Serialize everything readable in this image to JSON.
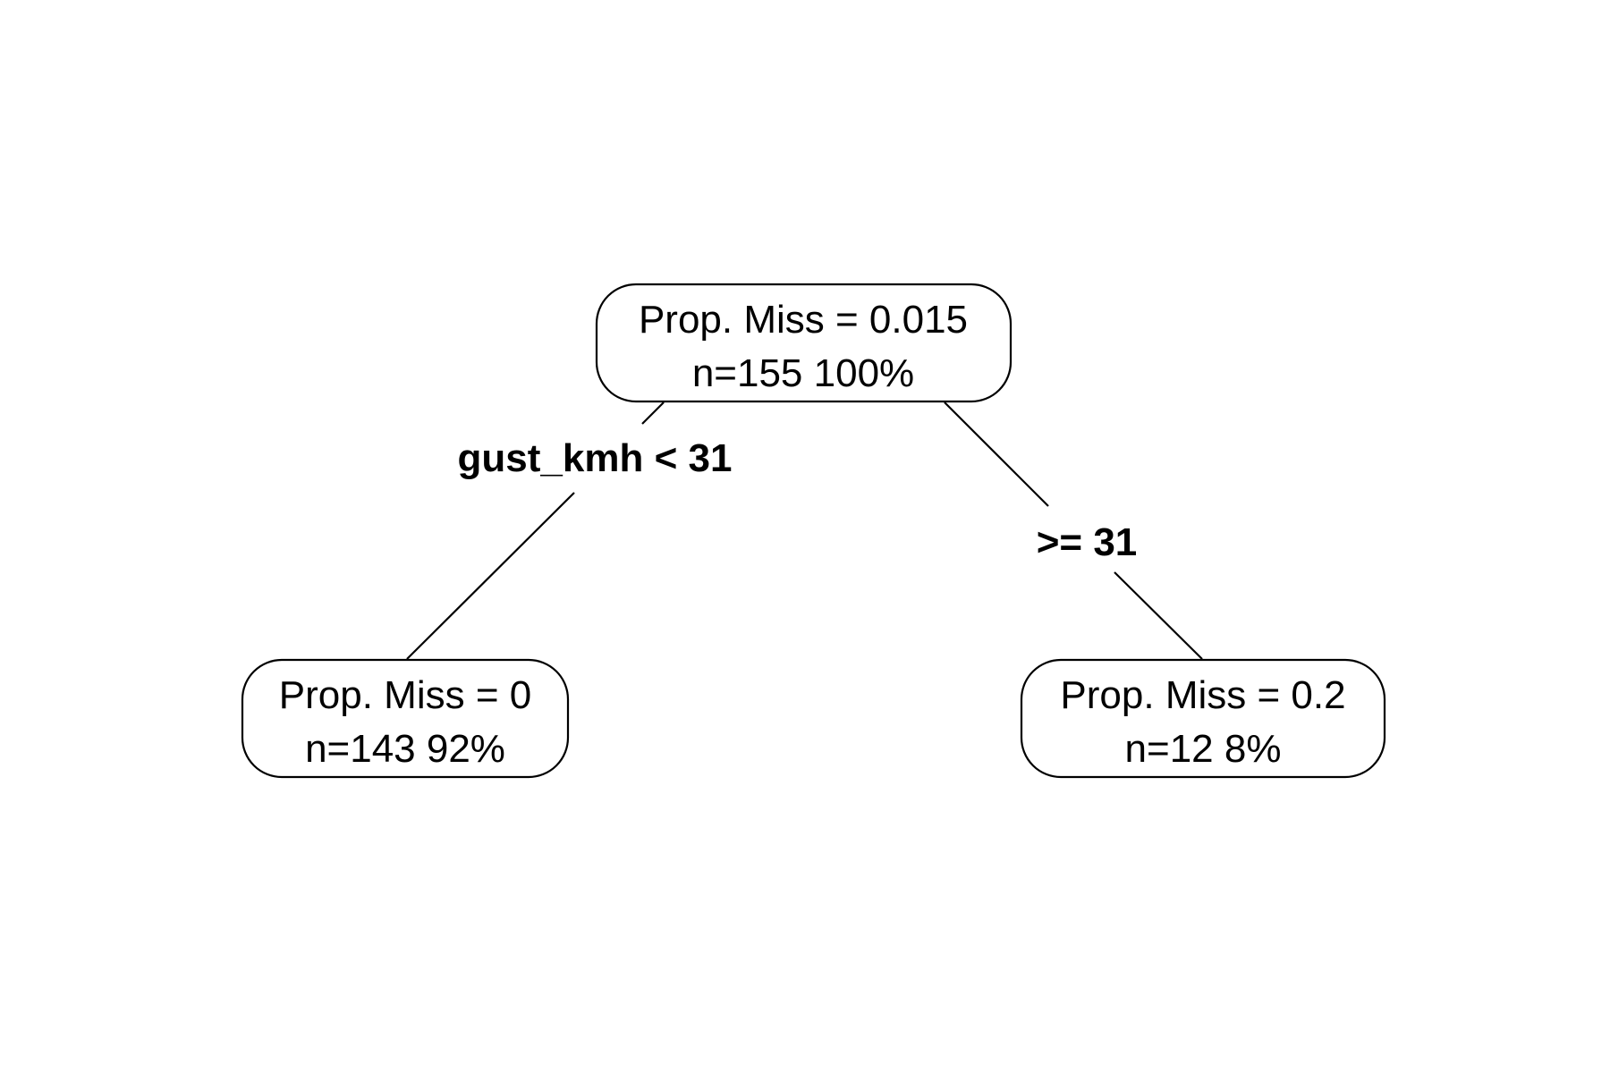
{
  "tree": {
    "root": {
      "line1": "Prop. Miss = 0.015",
      "line2": "n=155  100%"
    },
    "left": {
      "line1": "Prop. Miss = 0",
      "line2": "n=143  92%"
    },
    "right": {
      "line1": "Prop. Miss = 0.2",
      "line2": "n=12  8%"
    },
    "split_left_label": "gust_kmh < 31",
    "split_right_label": ">= 31"
  },
  "colors": {
    "stroke": "#000000",
    "background": "#ffffff"
  }
}
